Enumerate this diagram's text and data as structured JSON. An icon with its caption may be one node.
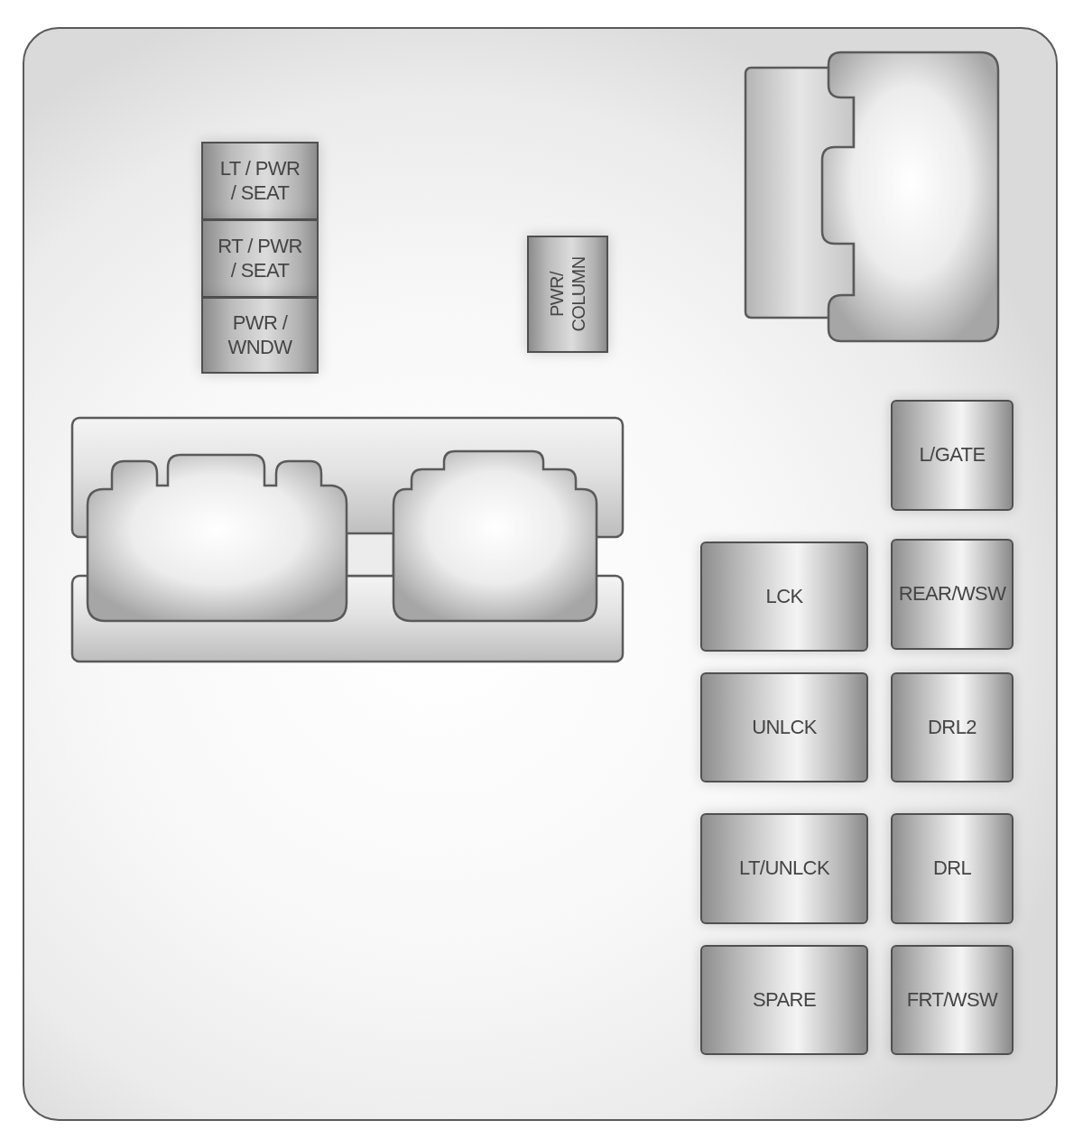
{
  "diagram": {
    "nodes": [
      {
        "text": [
          "LT / PWR / SEAT"
        ]
      },
      {
        "text": [
          "RT / PWR / SEAT"
        ]
      },
      {
        "text": [
          "PWR / WNDW"
        ]
      },
      {
        "text": [
          "PWR/ COLUMN"
        ]
      },
      {
        "text": [
          "L/GATE"
        ]
      },
      {
        "text": [
          "LCK"
        ]
      },
      {
        "text": [
          "REAR/WSW"
        ]
      },
      {
        "text": [
          "UNLCK"
        ]
      },
      {
        "text": [
          "DRL2"
        ]
      },
      {
        "text": [
          "LT/UNLCK"
        ]
      },
      {
        "text": [
          "DRL"
        ]
      },
      {
        "text": [
          "SPARE"
        ]
      },
      {
        "text": [
          "FRT/WSW"
        ]
      }
    ]
  }
}
